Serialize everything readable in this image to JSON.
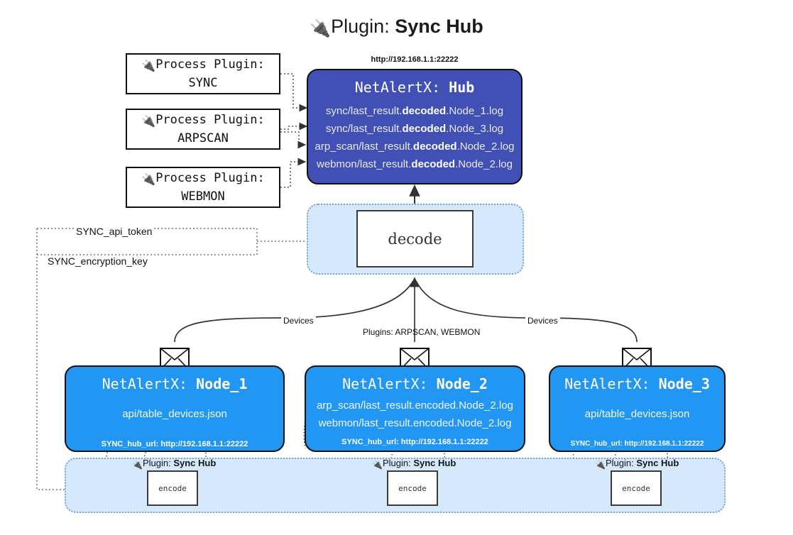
{
  "page": {
    "title_prefix": "Plugin:",
    "title_strong": "Sync Hub",
    "plug_icon": "🔌"
  },
  "process_plugins": [
    {
      "label": "Process Plugin:",
      "name": "SYNC",
      "icon": "plug-icon"
    },
    {
      "label": "Process Plugin:",
      "name": "ARPSCAN",
      "icon": "plug-icon"
    },
    {
      "label": "Process Plugin:",
      "name": "WEBMON",
      "icon": "plug-icon"
    }
  ],
  "hub": {
    "url": "http://192.168.1.1:22222",
    "title_prefix": "NetAlertX:",
    "title_name": "Hub",
    "lines": [
      {
        "pre": "sync/last_result.",
        "mid": "decoded",
        "post": ".Node_1.log"
      },
      {
        "pre": "sync/last_result.",
        "mid": "decoded",
        "post": ".Node_3.log"
      },
      {
        "pre": "arp_scan/last_result.",
        "mid": "decoded",
        "post": ".Node_2.log"
      },
      {
        "pre": "webmon/last_result.",
        "mid": "decoded",
        "post": ".Node_2.log"
      }
    ]
  },
  "decode": {
    "label": "decode"
  },
  "settings": {
    "api_token": "SYNC_api_token",
    "encryption_key": "SYNC_encryption_key"
  },
  "edge_labels": {
    "devices_left": "Devices",
    "devices_right": "Devices",
    "plugins_center": "Plugins: ARPSCAN, WEBMON"
  },
  "nodes": [
    {
      "title_prefix": "NetAlertX:",
      "title_name": "Node_1",
      "lines": [
        "api/table_devices.json"
      ],
      "footer": "SYNC_hub_url: http://192.168.1.1:22222"
    },
    {
      "title_prefix": "NetAlertX:",
      "title_name": "Node_2",
      "lines": [
        "arp_scan/last_result.encoded.Node_2.log",
        "webmon/last_result.encoded.Node_2.log"
      ],
      "footer": "SYNC_hub_url: http://192.168.1.1:22222"
    },
    {
      "title_prefix": "NetAlertX:",
      "title_name": "Node_3",
      "lines": [
        "api/table_devices.json"
      ],
      "footer": "SYNC_hub_url: http://192.168.1.1:22222"
    }
  ],
  "encoders": [
    {
      "caption_prefix": "Plugin:",
      "caption_strong": "Sync Hub",
      "label": "encode"
    },
    {
      "caption_prefix": "Plugin:",
      "caption_strong": "Sync Hub",
      "label": "encode"
    },
    {
      "caption_prefix": "Plugin:",
      "caption_strong": "Sync Hub",
      "label": "encode"
    }
  ],
  "colors": {
    "hub_fill": "#4050b5",
    "node_fill": "#2196f3",
    "region_fill": "#d6e8fb",
    "region_stroke": "#7ea6c9",
    "stroke": "#111111",
    "background": "#ffffff"
  }
}
